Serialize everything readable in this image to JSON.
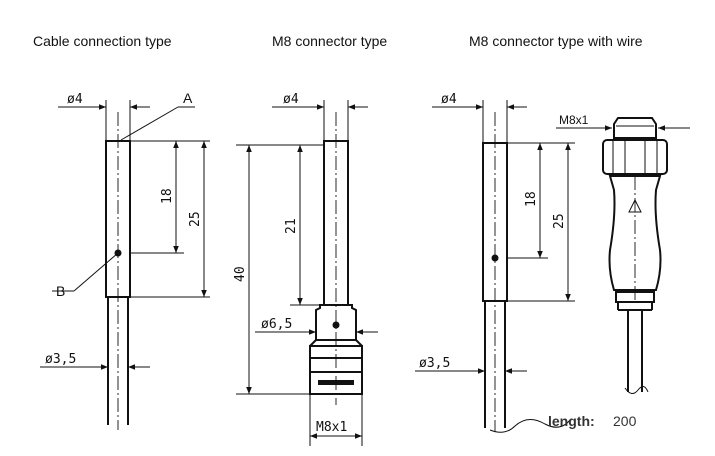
{
  "titles": {
    "cable": "Cable connection type",
    "m8": "M8 connector type",
    "m8wire": "M8 connector type with wire"
  },
  "cable": {
    "dia_top": "ø4",
    "dia_bottom": "ø3,5",
    "dim_18": "18",
    "dim_25": "25",
    "label_a": "A",
    "label_b": "B"
  },
  "m8": {
    "dia_top": "ø4",
    "dim_21": "21",
    "dim_40": "40",
    "dia_mid": "ø6,5",
    "thread": "M8x1"
  },
  "m8wire": {
    "dia_top": "ø4",
    "dia_bottom": "ø3,5",
    "dim_18": "18",
    "dim_25": "25",
    "thread": "M8x1",
    "length_label": "length:",
    "length_value": "200"
  }
}
